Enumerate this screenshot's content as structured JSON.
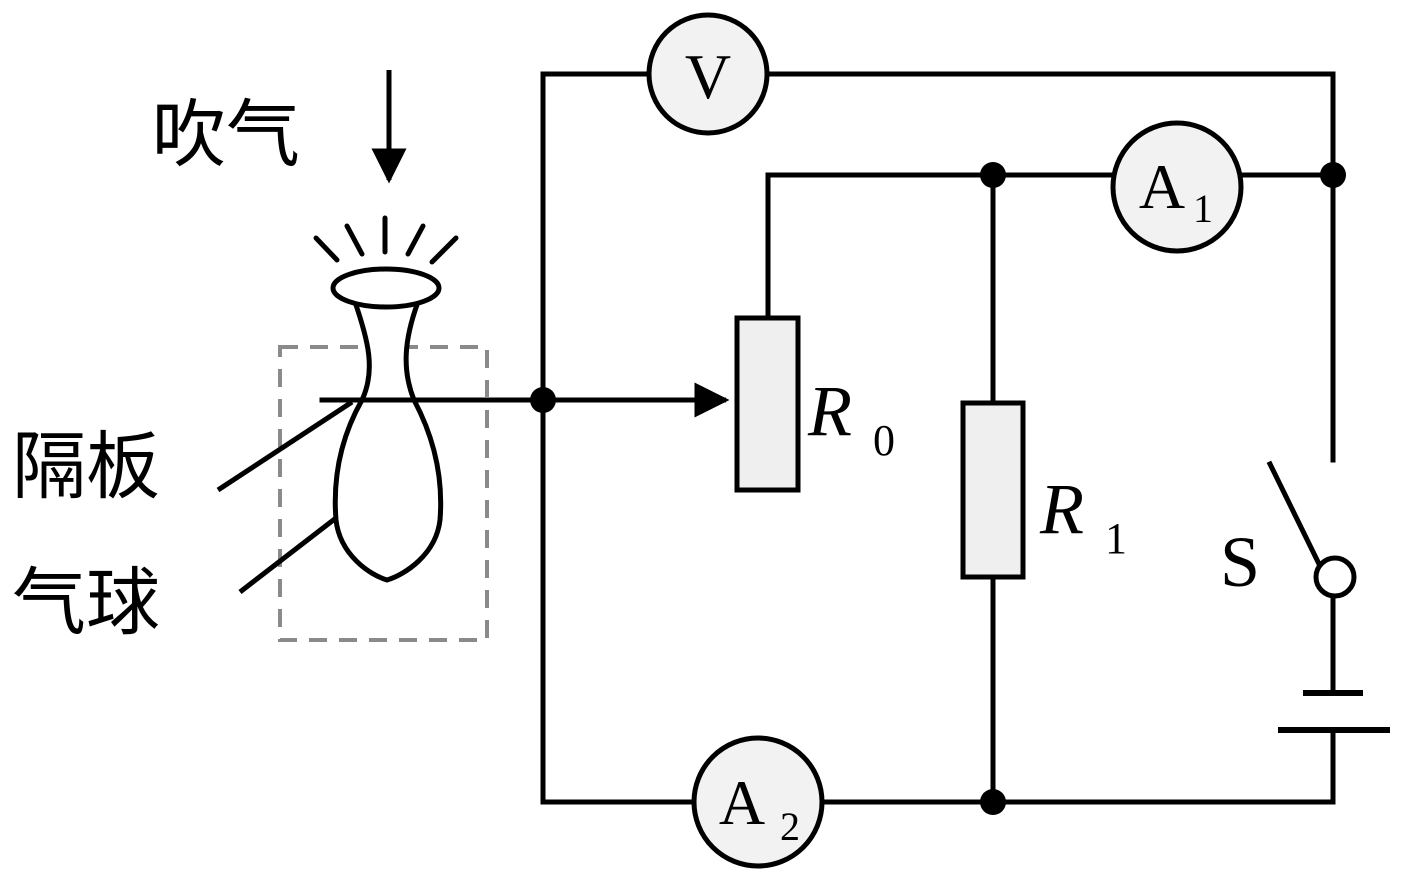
{
  "labels": {
    "blow": "吹气",
    "partition": "隔板",
    "balloon": "气球"
  },
  "components": {
    "voltmeter": {
      "letter": "V"
    },
    "ammeter1": {
      "letter": "A",
      "sub": "1"
    },
    "ammeter2": {
      "letter": "A",
      "sub": "2"
    },
    "rheostat": {
      "letter": "R",
      "sub": "0"
    },
    "resistor": {
      "letter": "R",
      "sub": "1"
    },
    "switch": {
      "letter": "S"
    }
  }
}
